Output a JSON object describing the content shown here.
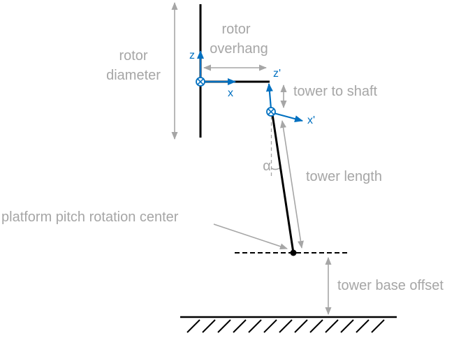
{
  "diagram": {
    "labels": {
      "rotor_diameter": [
        "rotor",
        "diameter"
      ],
      "rotor_overhang": [
        "rotor",
        "overhang"
      ],
      "tower_to_shaft": "tower to shaft",
      "angle_alpha": "α",
      "tower_length": "tower length",
      "platform_pitch_rotation_center": "platform pitch rotation center",
      "tower_base_offset": "tower base offset"
    },
    "axes": {
      "hub": {
        "vertical": "z",
        "horizontal": "x"
      },
      "tower_top": {
        "vertical": "z'",
        "horizontal": "x'"
      }
    },
    "symbols": {
      "y_axis_into_page": "⊗"
    },
    "colors": {
      "structure": "#000000",
      "dimension": "#a6a6a6",
      "axis": "#0070c0"
    }
  }
}
